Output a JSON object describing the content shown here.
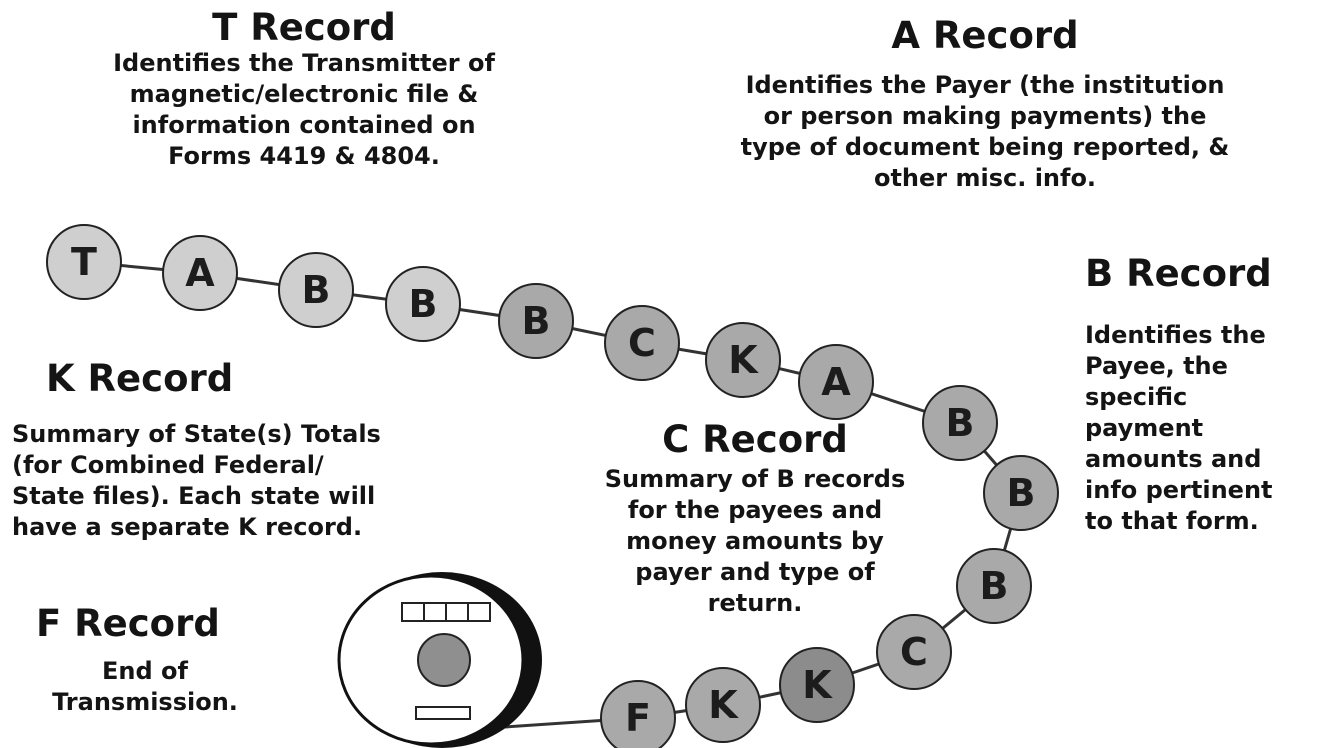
{
  "records": {
    "t": {
      "title": "T Record",
      "lines": [
        "Identifies the Transmitter of",
        "magnetic/electronic file &",
        "information contained on",
        "Forms 4419 & 4804."
      ]
    },
    "a": {
      "title": "A Record",
      "lines": [
        "Identifies the Payer (the institution",
        "or person making payments) the",
        "type of document being reported, &",
        "other misc. info."
      ]
    },
    "b": {
      "title": "B Record",
      "lines": [
        "Identifies the",
        "Payee, the",
        "specific",
        "payment",
        "amounts and",
        "info pertinent",
        "to that form."
      ]
    },
    "k": {
      "title": "K Record",
      "lines": [
        "Summary of State(s) Totals",
        "(for Combined Federal/",
        "State files).  Each state will",
        "have a separate K record."
      ]
    },
    "c": {
      "title": "C Record",
      "lines": [
        "Summary of B records",
        "for the payees and",
        "money amounts by",
        "payer and type of",
        "return."
      ]
    },
    "f": {
      "title": "F Record",
      "lines": [
        "End of",
        "Transmission."
      ]
    }
  },
  "chain": [
    "T",
    "A",
    "B",
    "B",
    "B",
    "C",
    "K",
    "A",
    "B",
    "B",
    "B",
    "C",
    "K",
    "K",
    "F"
  ],
  "colors": {
    "light_bead": "#cfcfcf",
    "mid_bead": "#a9a9a9",
    "dark_bead": "#8c8c8c",
    "outline": "#222222",
    "letter": "#1c1c1c",
    "link": "#333333"
  }
}
